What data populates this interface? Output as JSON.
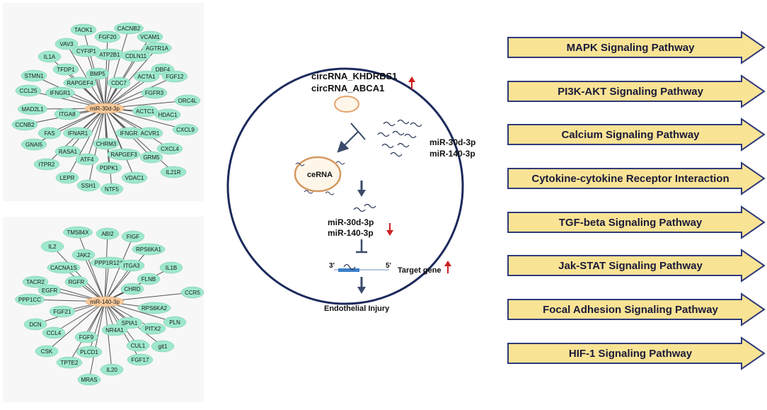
{
  "networks": [
    {
      "hub": "miR-30d-3p",
      "nodes": [
        "TAOK1",
        "CACNB2",
        "FGF20",
        "VCAM1",
        "VAV3",
        "CYFIP1",
        "ATP2B1",
        "CDLN11",
        "AGTR1A",
        "IL1A",
        "TFDP1",
        "BMP5",
        "DBF4",
        "STMN1",
        "RAPGEF4",
        "CDC7",
        "ACTA1",
        "FGF12",
        "CCL25",
        "IFNGR1",
        "FGFR3",
        "ORC4L",
        "MAD2L1",
        "ITGA8",
        "ACTC1",
        "HDAC1",
        "CCNB2",
        "FAS",
        "IFNAR1",
        "IFNGR2",
        "ACVR1",
        "CXCL9",
        "GNAI5",
        "RASA1",
        "CHRM3",
        "RAPGEF3",
        "GRM5",
        "CXCL4",
        "ITPR2",
        "ATF4",
        "PDPK1",
        "IL21R",
        "LEPR",
        "SSH1",
        "NTF5",
        "VDAC1"
      ]
    },
    {
      "hub": "miR-140-3p",
      "nodes": [
        "TMS84X",
        "ABI2",
        "FIGF",
        "IL2",
        "JAK2",
        "PPP1R12A",
        "RPS6KA1",
        "CACNA1S",
        "ITGA3",
        "IL1B",
        "TACR2",
        "RGFR",
        "FLNB",
        "EGFR",
        "CHRD",
        "CCR5",
        "PPP1CC",
        "RPS6KA2",
        "FGF21",
        "DCN",
        "SPIA1",
        "PLN",
        "CCL4",
        "FGF9",
        "PITX2",
        "NR4A1",
        "CSK",
        "CUL1",
        "git1",
        "PLCD1",
        "TPTE2",
        "FGF17",
        "IL20",
        "MRAS"
      ]
    }
  ],
  "mechanism": {
    "circ_line1": "circRNA_KHDRBS1",
    "circ_line2": "circRNA_ABCA1",
    "mir_line1": "miR-30d-3p",
    "mir_line2": "miR-140-3p",
    "cerna_label": "ceRNA",
    "bottom_mir1": "miR-30d-3p",
    "bottom_mir2": "miR-140-3p",
    "prime3": "3'",
    "prime5": "5'",
    "target_gene": "Target gene",
    "outcome": "Endothelial Injury",
    "up_arrow_color": "#cc1f1f",
    "down_arrow_color": "#cc1f1f"
  },
  "pathways": [
    "MAPK  Signaling Pathway",
    "PI3K-AKT Signaling Pathway",
    "Calcium Signaling Pathway",
    "Cytokine-cytokine Receptor Interaction",
    "TGF-beta Signaling Pathway",
    "Jak-STAT Signaling Pathway",
    "Focal Adhesion Signaling Pathway",
    "HIF-1 Signaling Pathway"
  ],
  "colors": {
    "node_fill": "#9de8cc",
    "hub_fill": "#f7c99a",
    "edge": "#555555",
    "circle_stroke": "#1c2a5c",
    "pathway_fill": "#f9e394",
    "pathway_stroke": "#2f3a7a"
  }
}
